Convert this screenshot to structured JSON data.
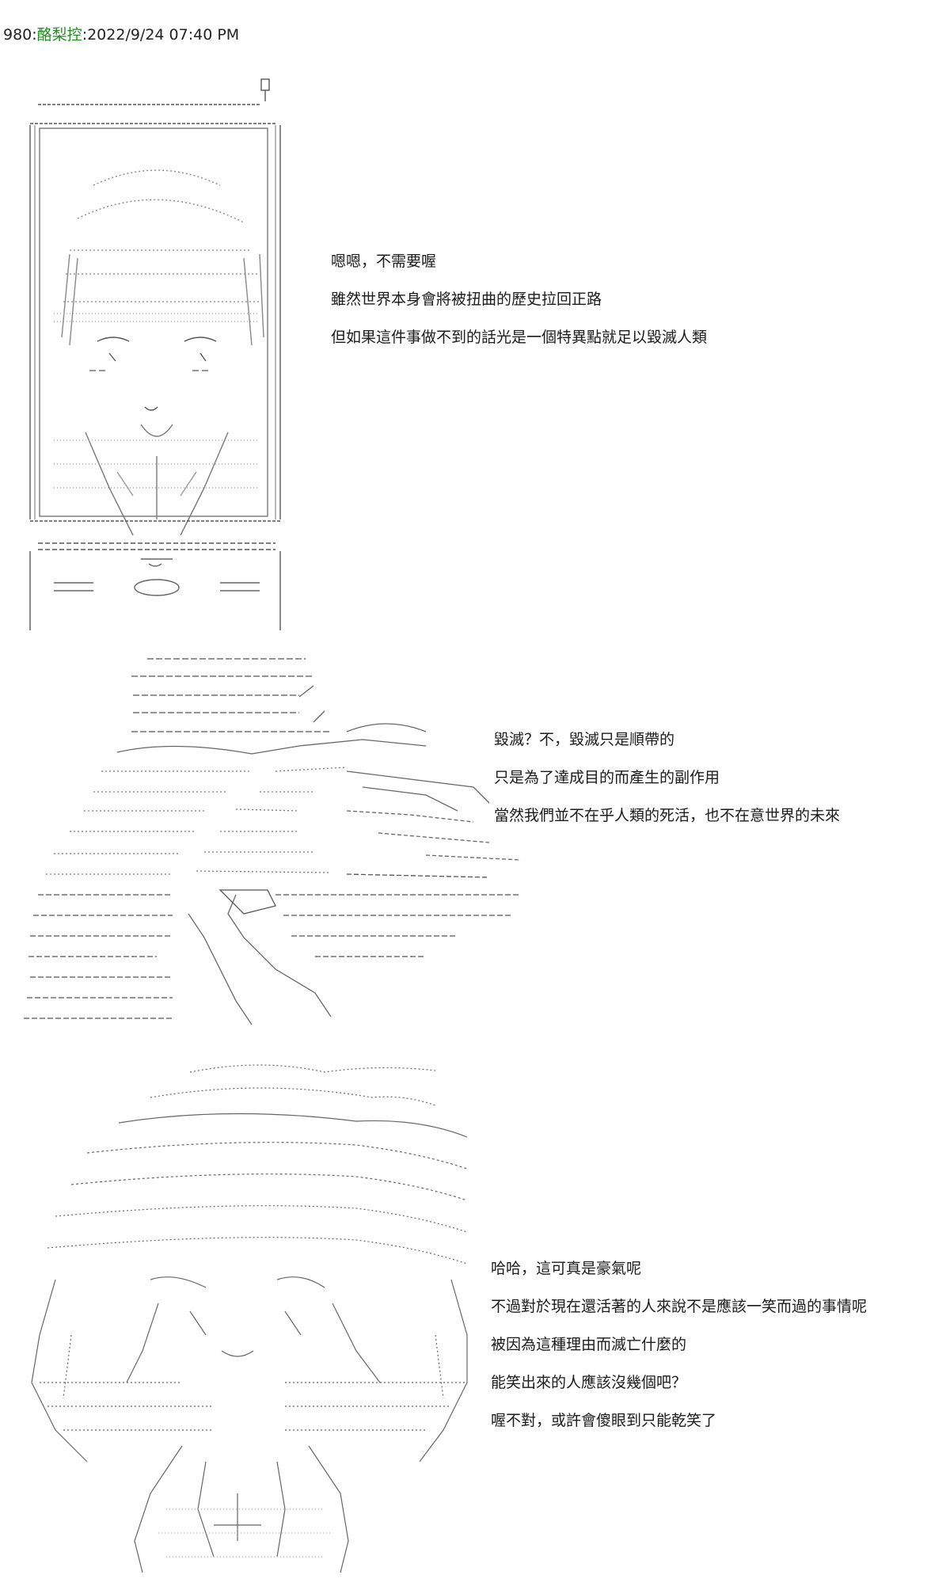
{
  "post": {
    "number": "980",
    "separator": ":",
    "name": "酪梨控",
    "time": ":2022/9/24 07:40 PM"
  },
  "panels": [
    {
      "lines": [
        "嗯嗯，不需要喔",
        "雖然世界本身會將被扭曲的歷史拉回正路",
        "但如果這件事做不到的話光是一個特異點就足以毀滅人類"
      ]
    },
    {
      "lines": [
        "毀滅？不，毀滅只是順帶的",
        "只是為了達成目的而產生的副作用",
        "當然我們並不在乎人類的死活，也不在意世界的未來"
      ]
    },
    {
      "lines": [
        "哈哈，這可真是豪氣呢",
        "不過對於現在還活著的人來說不是應該一笑而過的事情呢",
        "被因為這種理由而滅亡什麼的",
        "能笑出來的人應該沒幾個吧？",
        "喔不對，或許會傻眼到只能乾笑了"
      ]
    }
  ]
}
